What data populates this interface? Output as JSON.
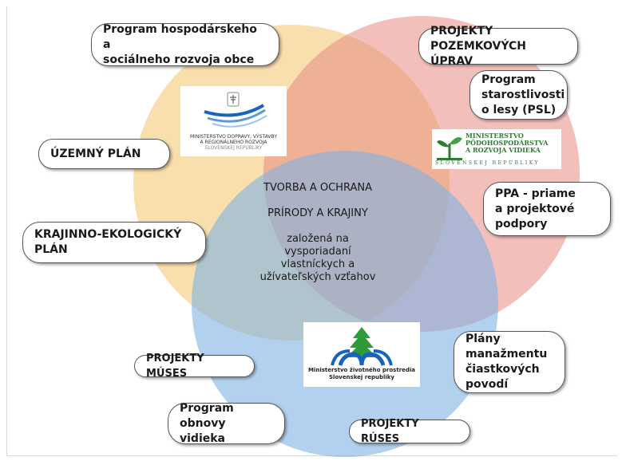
{
  "center": {
    "line1": "TVORBA A OCHRANA",
    "line2": "PRÍRODY A KRAJINY",
    "line3": "založená na vysporiadaní\nvlastníckych a\nužívateľských vzťahov"
  },
  "boxes": {
    "program_hospodarskeho": "Program hospodárskeho a\nsociálneho rozvoja obce",
    "projekty_pozemkovych": "PROJEKTY\nPOZEMKOVÝCH ÚPRAV",
    "program_starostlivosti": "Program\nstarostlivosti\no lesy (PSL)",
    "uzemny_plan": "ÚZEMNÝ PLÁN",
    "krajinno_ekologicky": "KRAJINNO-EKOLOGICKÝ\nPLÁN",
    "ppa": "PPA - priame\na projektové\npodpory",
    "projekty_muses": "PROJEKTY  MÚSES",
    "plany_manazmentu": "Plány\nmanažmentu\nčiastkových\npovodí",
    "program_obnovy": "Program\nobnovy vidieka",
    "projekty_ruses": "PROJEKTY RÚSES"
  },
  "logos": {
    "transport": {
      "line1": "MINISTERSTVO DOPRAVY, VÝSTAVBY",
      "line2": "A REGIONÁLNEHO ROZVOJA",
      "line3": "SLOVENSKEJ REPUBLIKY"
    },
    "agriculture": {
      "line1": "MINISTERSTVO",
      "line2": "PÔDOHOSPODÁRSTVA",
      "line3": "A ROZVOJA VIDIEKA",
      "line4": "SLOVENSKEJ REPUBLIKY"
    },
    "environment": {
      "line1": "Ministerstvo životného prostredia",
      "line2": "Slovenskej republiky"
    }
  },
  "colors": {
    "yellow_circle": "#f7d9a1",
    "pink_circle": "#f0b8b4",
    "blue_circle": "#a9cdee",
    "logo_green": "#2e7d32",
    "logo_blue": "#1565c0"
  }
}
